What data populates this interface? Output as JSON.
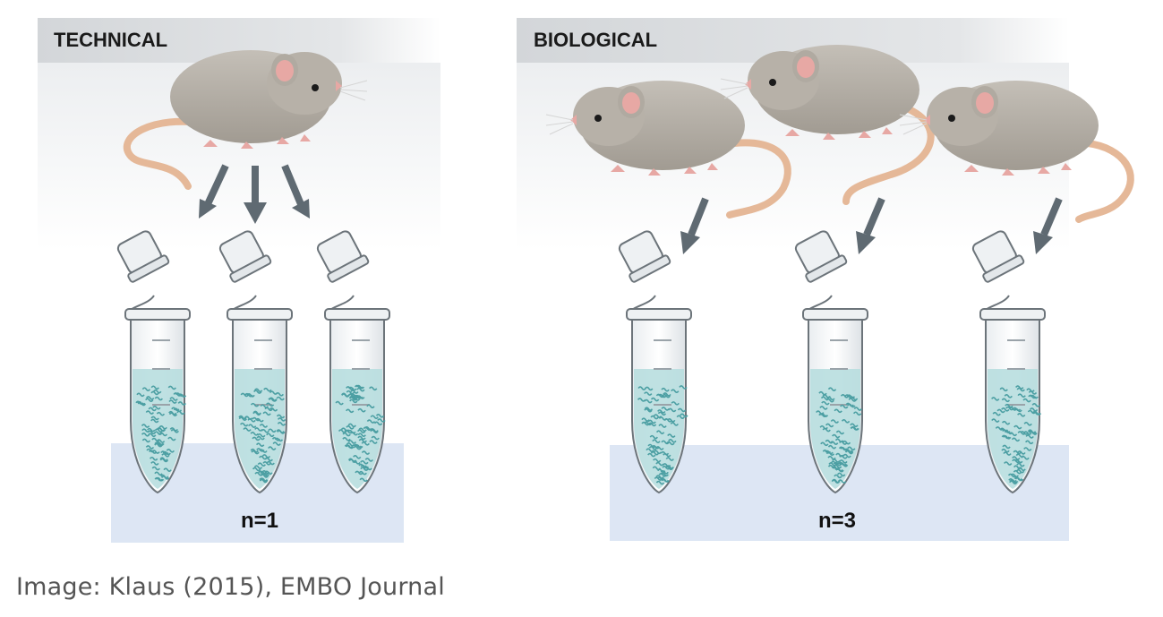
{
  "panels": {
    "technical": {
      "title": "TECHNICAL",
      "n_label": "n=1",
      "mice": 1,
      "tubes": 3
    },
    "biological": {
      "title": "BIOLOGICAL",
      "n_label": "n=3",
      "mice": 3,
      "tubes": 3
    }
  },
  "caption": "Image: Klaus (2015), EMBO Journal",
  "colors": {
    "header_band": "#d9dcdf",
    "tray": "#dde6f4",
    "mouse_body": "#b3ada4",
    "mouse_ear": "#e7a8a4",
    "mouse_tail": "#e5b898",
    "arrow": "#5f6a72",
    "liquid": "#b8dedf",
    "specks": "#4c9fa3"
  }
}
